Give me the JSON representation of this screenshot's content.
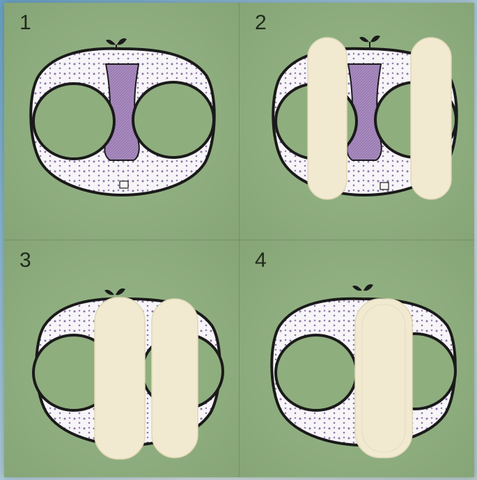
{
  "steps": [
    {
      "number": "1",
      "pads": "none"
    },
    {
      "number": "2",
      "pads": "two-open"
    },
    {
      "number": "3",
      "pads": "two-folded"
    },
    {
      "number": "4",
      "pads": "one-center"
    }
  ],
  "colors": {
    "background": "#8fae7e",
    "fabric": "#f7f5f8",
    "dots": "#8a74a6",
    "crotch_panel": "#a98cbf",
    "pad": "#f1ead0",
    "outline": "#1a1a1a"
  }
}
